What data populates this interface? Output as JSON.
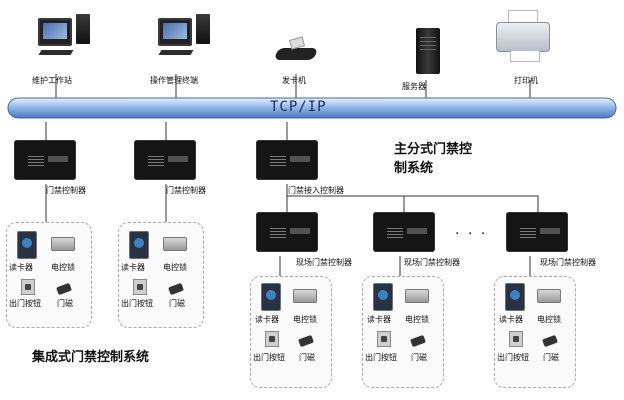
{
  "network": {
    "bus_label": "TCP/IP"
  },
  "top_devices": [
    {
      "label": "维护工作站",
      "icon": "workstation-icon"
    },
    {
      "label": "操作管理终端",
      "icon": "workstation-icon"
    },
    {
      "label": "发卡机",
      "icon": "card-issuer-icon"
    },
    {
      "label": "服务器",
      "icon": "server-icon"
    },
    {
      "label": "打印机",
      "icon": "printer-icon"
    }
  ],
  "integrated_system": {
    "title": "集成式门禁控制系统",
    "controllers": [
      {
        "label": "门禁控制器"
      },
      {
        "label": "门禁控制器"
      }
    ],
    "device_labels": {
      "reader": "读卡器",
      "lock": "电控锁",
      "exit_button": "出门按钮",
      "door_sensor": "门磁"
    }
  },
  "distributed_system": {
    "title": "主分式门禁控\n制系统",
    "access_controller": {
      "label": "门禁接入控制器"
    },
    "field_controllers": [
      {
        "label": "现场门禁控制器"
      },
      {
        "label": "现场门禁控制器"
      },
      {
        "label": "现场门禁控制器"
      }
    ],
    "ellipsis": "· · ·",
    "device_labels": {
      "reader": "读卡器",
      "lock": "电控锁",
      "exit_button": "出门按钮",
      "door_sensor": "门磁"
    }
  },
  "colors": {
    "bus": "#5b8fd4",
    "bus_highlight": "#e6f0fb",
    "controller": "#151515",
    "dashed_box": "#aaaaaa"
  }
}
